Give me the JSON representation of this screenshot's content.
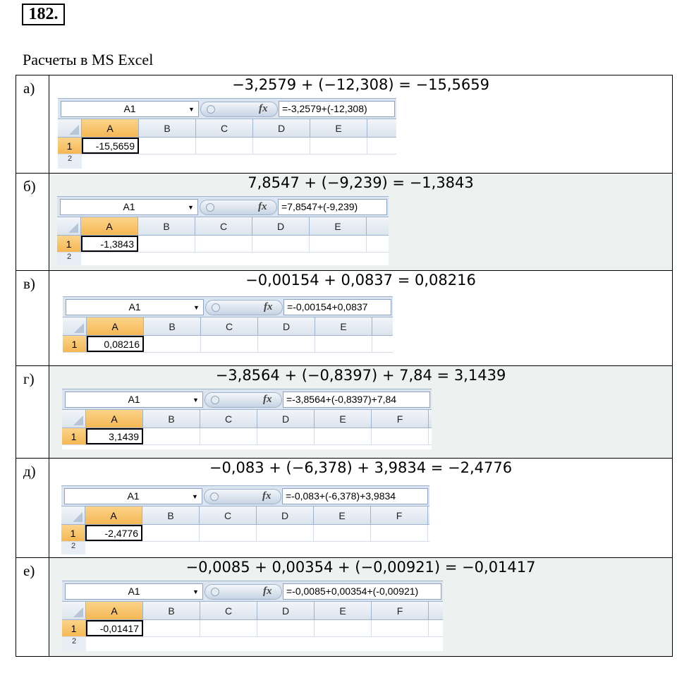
{
  "problem_number": "182.",
  "intro": "Расчеты в MS Excel",
  "fx_label": "fx",
  "tasks": [
    {
      "label": "а)",
      "equation": "−3,2579 + (−12,308) = −15,5659",
      "cell_name": "A1",
      "formula": "=-3,2579+(-12,308)",
      "result": "-15,5659",
      "columns": [
        "A",
        "B",
        "C",
        "D",
        "E"
      ],
      "row_label": "1",
      "row2_label": "2"
    },
    {
      "label": "б)",
      "equation": "7,8547 + (−9,239) = −1,3843",
      "cell_name": "A1",
      "formula": "=7,8547+(-9,239)",
      "result": "-1,3843",
      "columns": [
        "A",
        "B",
        "C",
        "D",
        "E"
      ],
      "row_label": "1",
      "row2_label": "2"
    },
    {
      "label": "в)",
      "equation": "−0,00154 + 0,0837 = 0,08216",
      "cell_name": "A1",
      "formula": "=-0,00154+0,0837",
      "result": "0,08216",
      "columns": [
        "A",
        "B",
        "C",
        "D",
        "E"
      ],
      "row_label": "1"
    },
    {
      "label": "г)",
      "equation": "−3,8564 + (−0,8397) + 7,84 = 3,1439",
      "cell_name": "A1",
      "formula": "=-3,8564+(-0,8397)+7,84",
      "result": "3,1439",
      "columns": [
        "A",
        "B",
        "C",
        "D",
        "E",
        "F"
      ],
      "row_label": "1"
    },
    {
      "label": "д)",
      "equation": "−0,083 + (−6,378) + 3,9834 = −2,4776",
      "cell_name": "A1",
      "formula": "=-0,083+(-6,378)+3,9834",
      "result": "-2,4776",
      "columns": [
        "A",
        "B",
        "C",
        "D",
        "E",
        "F"
      ],
      "row_label": "1",
      "row2_label": "2"
    },
    {
      "label": "е)",
      "equation": "−0,0085 + 0,00354 + (−0,00921) = −0,01417",
      "cell_name": "A1",
      "formula": "=-0,0085+0,00354+(-0,00921)",
      "result": "-0,01417",
      "columns": [
        "A",
        "B",
        "C",
        "D",
        "E",
        "F"
      ],
      "row_label": "1",
      "row2_label": "2"
    }
  ]
}
